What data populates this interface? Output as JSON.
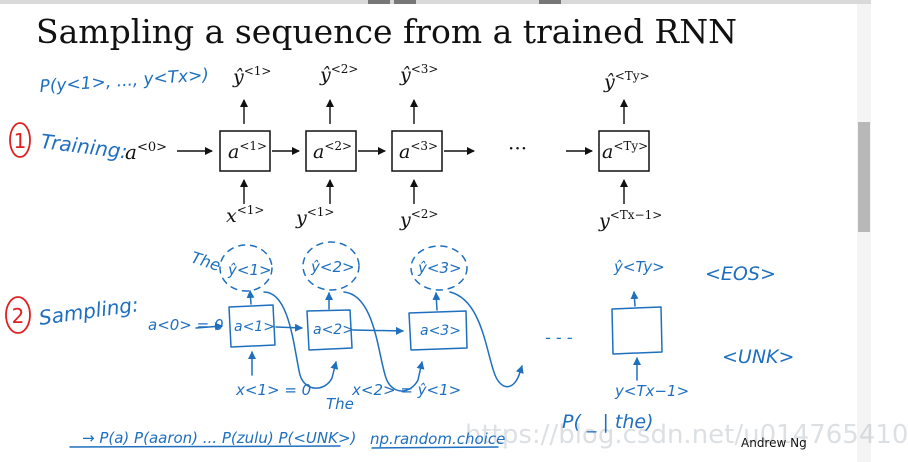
{
  "title": "Sampling a sequence from a trained RNN",
  "author": "Andrew Ng",
  "watermark": "https://blog.csdn.net/u014765410",
  "colors": {
    "ink": "#111111",
    "pen_blue": "#1f6fbf",
    "pen_red": "#e02020"
  },
  "training": {
    "number": "1",
    "label": "Training:",
    "prob_note": "P(y<1>, ..., y<Tx>)",
    "a0": {
      "base": "a",
      "sup": "<0>"
    },
    "cells": [
      {
        "base": "a",
        "sup": "<1>"
      },
      {
        "base": "a",
        "sup": "<2>"
      },
      {
        "base": "a",
        "sup": "<3>"
      },
      {
        "base": "a",
        "sup": "<Ty>"
      }
    ],
    "outputs": [
      {
        "base": "ŷ",
        "sup": "<1>"
      },
      {
        "base": "ŷ",
        "sup": "<2>"
      },
      {
        "base": "ŷ",
        "sup": "<3>"
      },
      {
        "base": "ŷ",
        "sup": "<Ty>"
      }
    ],
    "inputs": [
      {
        "base": "x",
        "sup": "<1>"
      },
      {
        "base": "y",
        "sup": "<1>"
      },
      {
        "base": "y",
        "sup": "<2>"
      },
      {
        "base": "y",
        "sup": "<Tx−1>"
      }
    ],
    "ellipsis": "···"
  },
  "sampling": {
    "number": "2",
    "label": "Sampling:",
    "a0": "a<0> = 0",
    "cells": [
      "a<1>",
      "a<2>",
      "a<3>",
      ""
    ],
    "outputs": [
      "ŷ<1>",
      "ŷ<2>",
      "ŷ<3>",
      "ŷ<Ty>"
    ],
    "first_word": "The",
    "inputs": [
      "x<1> = 0",
      "x<2> = ŷ<1>",
      "",
      "y<Tx−1>"
    ],
    "input_word": "The",
    "ellipsis": "- - -",
    "tokens": [
      "<EOS>",
      "<UNK>"
    ],
    "distribution": "→ P(a) P(aaron) ... P(zulu) P(<UNK>)",
    "function": "np.random.choice",
    "conditional": "P( _ | the)"
  }
}
